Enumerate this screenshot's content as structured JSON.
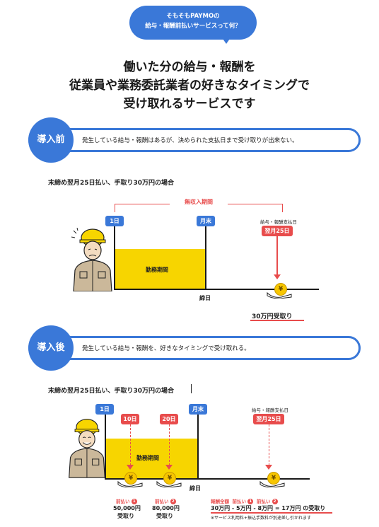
{
  "header": {
    "bubble_line1": "そもそもPAYMOの",
    "bubble_line2": "給与・報酬前払いサービスって何？",
    "headline_line1": "働いた分の給与・報酬を",
    "headline_line2": "従業員や業務委託業者の好きなタイミングで",
    "headline_line3": "受け取れるサービスです"
  },
  "before": {
    "badge": "導入前",
    "description": "発生している給与・報酬はあるが、決められた支払日まで受け取りが出来ない。",
    "case_title": "末締め翌月25日払い、手取り30万円の場合",
    "no_income_label": "無収入期間",
    "day1": "1日",
    "month_end": "月末",
    "payday_caption": "給与・報酬支払日",
    "payday": "翌月25日",
    "work_label": "勤務期間",
    "cutoff": "締日",
    "received": "30万円受取り",
    "yen": "¥"
  },
  "after": {
    "badge": "導入後",
    "description": "発生している給与・報酬を、好きなタイミングで受け取れる。",
    "case_title": "末締め翌月25日払い、手取り30万円の場合",
    "day1": "1日",
    "day10": "10日",
    "day20": "20日",
    "month_end": "月末",
    "payday_caption": "給与・報酬支払日",
    "payday": "翌月25日",
    "work_label": "勤務期間",
    "cutoff": "締日",
    "yen": "¥",
    "prepay1_label": "前払い",
    "prepay1_num": "1",
    "prepay1_amount": "50,000円",
    "prepay1_recv": "受取り",
    "prepay2_label": "前払い",
    "prepay2_num": "2",
    "prepay2_amount": "80,000円",
    "prepay2_recv": "受取り",
    "formula_total": "報酬全額",
    "formula_minus1": "前払い",
    "formula_minus2": "前払い",
    "formula_equation": "30万円 - 5万円 - 8万円 = 17万円 の受取り",
    "formula_note": "※サービス利用料+振込手数料が別途差し引かれます"
  }
}
